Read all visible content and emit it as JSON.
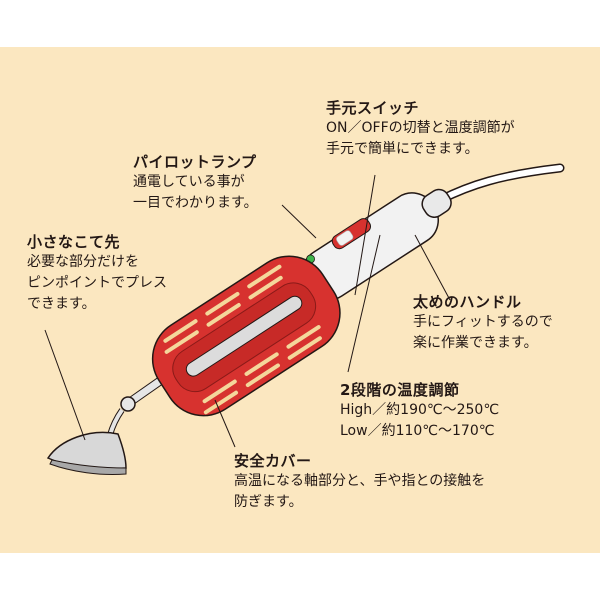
{
  "callouts": {
    "hand_switch": {
      "title": "手元スイッチ",
      "lines": [
        "ON／OFFの切替と温度調節が",
        "手元で簡単にできます。"
      ]
    },
    "pilot_lamp": {
      "title": "パイロットランプ",
      "lines": [
        "通電している事が",
        "一目でわかります。"
      ]
    },
    "small_tip": {
      "title": "小さなこて先",
      "lines": [
        "必要な部分だけを",
        "ピンポイントでプレス",
        "できます。"
      ]
    },
    "thick_handle": {
      "title": "太めのハンドル",
      "lines": [
        "手にフィットするので",
        "楽に作業できます。"
      ]
    },
    "two_stage_temp": {
      "title": "2段階の温度調節",
      "lines": [
        "High／約190℃～250℃",
        "Low／約110℃～170℃"
      ]
    },
    "safety_cover": {
      "title": "安全カバー",
      "lines": [
        "高温になる軸部分と、手や指との接触を",
        "防ぎます。"
      ]
    }
  },
  "colors": {
    "background": "#fbe7c0",
    "cover_red": "#d7322f",
    "slot": "#f4d79b",
    "handle": "#f2f2f2",
    "outline": "#231815"
  },
  "icons": {
    "device": "mini-iron-illustration"
  }
}
